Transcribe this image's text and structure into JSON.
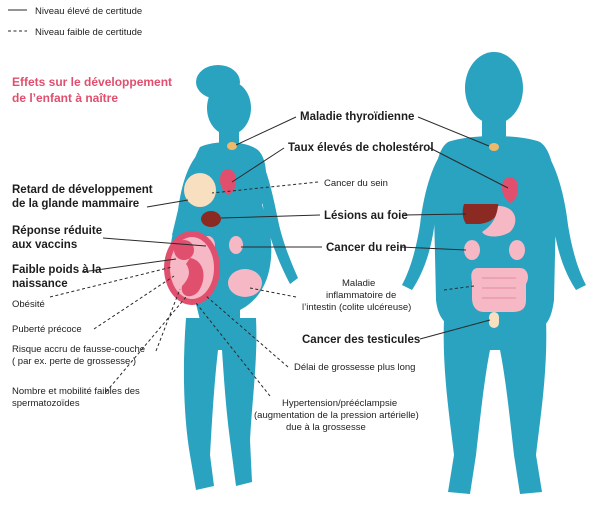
{
  "legend": {
    "high": "Niveau élevé de certitude",
    "low": "Niveau faible de certitude"
  },
  "title": {
    "line1": "Effets sur le développement",
    "line2": "de l’enfant à naître"
  },
  "labels_left": {
    "retard_1": "Retard de développement",
    "retard_2": "de la glande mammaire",
    "vaccins_1": "Réponse réduite",
    "vaccins_2": "aux vaccins",
    "poids_1": "Faible poids à la",
    "poids_2": "naissance",
    "obesite": "Obésité",
    "puberte": "Puberté précoce",
    "fausse_1": "Risque accru de fausse-couche",
    "fausse_2": "( par ex. perte de grossesse )",
    "sperm_1": "Nombre et mobilité faibles des",
    "sperm_2": "spermatozoïdes"
  },
  "labels_center": {
    "thyroide": "Maladie thyroïdienne",
    "cholesterol": "Taux élevés de cholestérol",
    "sein": "Cancer du sein",
    "foie": "Lésions au foie",
    "rein": "Cancer du rein",
    "intestin_1": "Maladie",
    "intestin_2": "inflammatoire de",
    "intestin_3": "l’intestin (colite ulcéreuse)",
    "testicules": "Cancer des testicules",
    "delai": "Délai de grossesse plus long",
    "hyper_1": "Hypertension/prééclampsie",
    "hyper_2": "(augmentation de la pression artérielle)",
    "hyper_3": "due à la grossesse"
  },
  "colors": {
    "body": "#2aa3c0",
    "accent": "#e0506e",
    "organ_pink": "#f5b8c4",
    "liver": "#8b2a22",
    "skin": "#f8dfc0"
  }
}
